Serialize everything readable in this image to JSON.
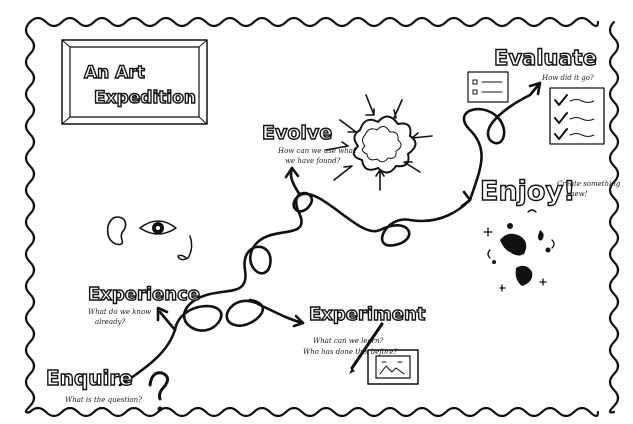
{
  "title": {
    "line1": "An Art",
    "line2": "Expedition"
  },
  "stages": {
    "evaluate": {
      "label": "Evaluate",
      "note": "How did it go?"
    },
    "evolve": {
      "label": "Evolve",
      "note1": "How can we use what",
      "note2": "we have found?"
    },
    "enjoy": {
      "label": "Enjoy!",
      "note1": "Create something",
      "note2": "new!"
    },
    "experience": {
      "label": "Experience",
      "note1": "What do we know",
      "note2": "already?"
    },
    "experiment": {
      "label": "Experiment",
      "note1": "What can we learn?",
      "note2": "Who has done this before?"
    },
    "enquire": {
      "label": "Enquire",
      "note": "What is the question?"
    }
  },
  "icons": [
    "wavy-border-icon",
    "picture-frame-icon",
    "checklist-icon",
    "cloud-burst-icon",
    "ear-icon",
    "eye-icon",
    "nose-icon",
    "splash-icon",
    "paintbrush-icon",
    "framed-picture-icon",
    "question-mark-icon",
    "path-arrow-icon"
  ],
  "colors": {
    "ink": "#111111",
    "paper": "#ffffff"
  }
}
